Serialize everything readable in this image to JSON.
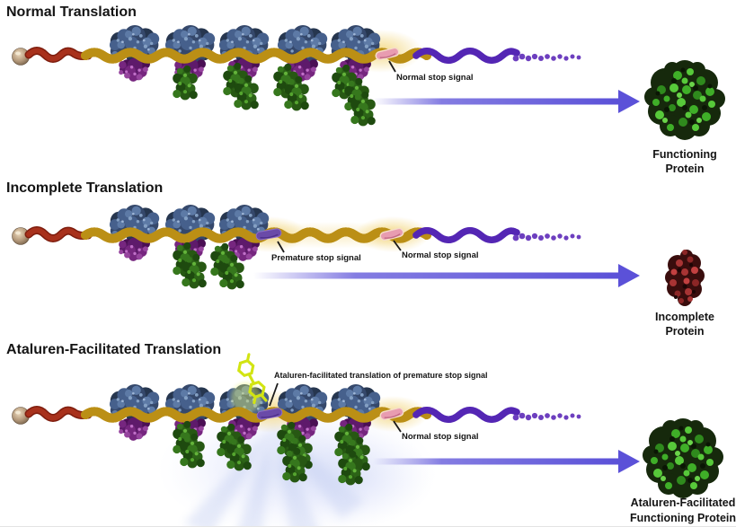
{
  "figure": {
    "panels": [
      {
        "id": "normal",
        "title": "Normal Translation",
        "labels": {
          "normal_stop": "Normal stop signal"
        },
        "result": {
          "line1": "Functioning",
          "line2": "Protein"
        }
      },
      {
        "id": "incomplete",
        "title": "Incomplete Translation",
        "labels": {
          "premature_stop": "Premature stop signal",
          "normal_stop": "Normal stop signal"
        },
        "result": {
          "line1": "Incomplete",
          "line2": "Protein"
        }
      },
      {
        "id": "ataluren",
        "title": "Ataluren-Facilitated Translation",
        "labels": {
          "ataluren": "Ataluren-facilitated translation of premature stop signal",
          "normal_stop": "Normal stop signal"
        },
        "result": {
          "line1": "Ataluren-Facilitated",
          "line2": "Functioning Protein"
        }
      }
    ],
    "colors": {
      "mrna": "#e6ba3e",
      "mrna_edge": "#bb8f15",
      "start_coil": "#a8311c",
      "cap": "#b59a7c",
      "ribosome_large_subunit": "#35486b",
      "ribosome_small_subunit": "#5e1a6b",
      "trna": "#2c6317",
      "normal_stop_signal": "#e89cb0",
      "premature_stop_signal": "#6a4aa8",
      "protein_tail": "#5426b4",
      "arrow": "#5b51d8",
      "functioning_protein": "#3fae28",
      "incomplete_protein": "#8c2626",
      "ataluren_molecule": "#d2e412",
      "glow": "#eec84f",
      "burst": "#c8d2f2"
    }
  }
}
